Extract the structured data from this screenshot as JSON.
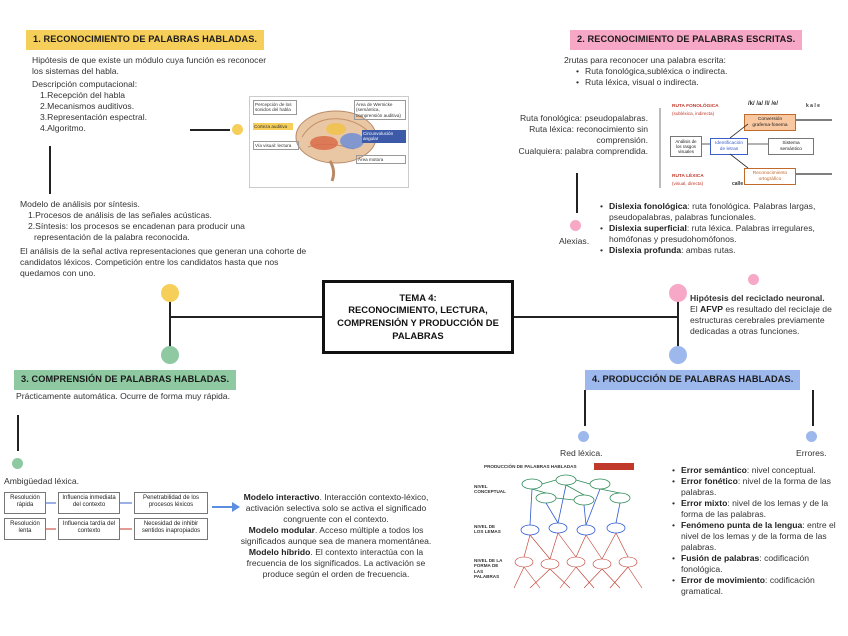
{
  "center": {
    "title": "TEMA 4:",
    "subtitle": "RECONOCIMIENTO, LECTURA, COMPRENSIÓN Y PRODUCCIÓN DE PALABRAS"
  },
  "s1": {
    "header": "1. RECONOCIMIENTO DE PALABRAS HABLADAS.",
    "intro": "Hipótesis de que existe un módulo cuya función es reconocer los sistemas del habla.",
    "desc_label": "Descripción computacional:",
    "steps": [
      "1.Recepción del habla",
      "2.Mecanismos auditivos.",
      "3.Representación espectral.",
      "4.Algoritmo."
    ],
    "model_title": "Modelo de análisis por síntesis.",
    "model_items": [
      "1.Procesos de análisis de las señales acústicas.",
      "2.Síntesis: los procesos se encadenan para producir una representación de la palabra reconocida."
    ],
    "model_note": "El análisis de la señal activa representaciones que generan una cohorte de candidatos léxicos. Competición entre los candidatos hasta que nos quedamos con uno.",
    "brain_labels": [
      "Percepción de los sonidos del habla",
      "Área de Wernicke (semántica, comprensión auditiva)",
      "Corteza auditiva",
      "Circunvolución angular",
      "Vía visual: lectura",
      "Área motora"
    ]
  },
  "s2": {
    "header": "2. RECONOCIMIENTO DE PALABRAS ESCRITAS.",
    "intro": "2rutas para reconocer una palabra escrita:",
    "routes": [
      "Ruta fonológica,subléxica o indirecta.",
      "Ruta léxica, visual o indirecta."
    ],
    "route_examples": [
      "Ruta fonológica: pseudopalabras.",
      "Ruta léxica: reconocimiento sin comprensión.",
      "Cualquiera: palabra comprendida."
    ],
    "alexias_label": "Alexias.",
    "dyslexias": [
      {
        "name": "Dislexia fonológica",
        "desc": ": ruta fonológica. Palabras largas, pseudopalabras, palabras funcionales."
      },
      {
        "name": "Dislexia superficial",
        "desc": ": ruta léxica. Palabras irregulares, homófonas y presudohomófonos."
      },
      {
        "name": "Dislexia profunda",
        "desc": ": ambas rutas."
      }
    ],
    "recycling_title": "Hipótesis del reciclado neuronal.",
    "recycling_text": "El AFVP es resultado del reciclaje de estructuras cerebrales previamente dedicadas a otras funciones.",
    "recycling_bold": "AFVP",
    "route_diagram": {
      "top_label": "/k/ /a/ /l/ /e/",
      "top_right": "k a l e",
      "fono_label": "RUTA FONOLÓGICA",
      "fono_sub": "(subléxica, indirecta)",
      "conv_label": "Conversión grafema-fonema",
      "ident_label": "Identificación de letras",
      "sem_label": "Sistema semántico",
      "lex_label": "RUTA LÉXICA",
      "lex_sub": "(visual, directa)",
      "reco_label": "Reconocimiento ortográfico",
      "calle_label": "calle",
      "left_label": "Análisis de los rasgos visuales"
    }
  },
  "s3": {
    "header": "3. COMPRENSIÓN DE PALABRAS HABLADAS.",
    "intro": "Prácticamente automática. Ocurre de forma muy rápida.",
    "ambig": "Ambigüedad léxica.",
    "table": [
      {
        "left": "Resolución rápida",
        "mid": "Influencia inmediata del contexto",
        "right": "Penetrabilidad de los procesos léxicos"
      },
      {
        "left": "Resolución lenta",
        "mid": "Influencia tardía del contexto",
        "right": "Necesidad de inhibir sentidos inapropiados"
      }
    ],
    "models": [
      {
        "name": "Modelo interactivo",
        "desc": ". Interacción contexto-léxico, activación selectiva solo se activa el significado congruente con el contexto."
      },
      {
        "name": "Modelo modular",
        "desc": ". Acceso múltiple a todos los significados aunque sea de manera momentánea."
      },
      {
        "name": "Modelo híbrido",
        "desc": ". El contexto interactúa con la frecuencia de los significados. La activación se produce según el orden de frecuencia."
      }
    ]
  },
  "s4": {
    "header": "4. PRODUCCIÓN DE PALABRAS HABLADAS.",
    "red_label": "Red léxica.",
    "errores_label": "Errores.",
    "network_title": "PRODUCCIÓN DE PALABRAS HABLADAS",
    "network_levels": [
      "NIVEL CONCEPTUAL",
      "NIVEL DE LOS LEMAS",
      "NIVEL DE LA FORMA DE LAS PALABRAS"
    ],
    "errors": [
      {
        "name": "Error semántico",
        "desc": ": nivel conceptual."
      },
      {
        "name": "Error fonético",
        "desc": ": nivel de la forma de las palabras."
      },
      {
        "name": "Error mixto",
        "desc": ": nivel de los lemas y de la forma de las palabras."
      },
      {
        "name": "Fenómeno punta de la lengua",
        "desc": ": entre el nivel de los lemas y de la forma de las palabras."
      },
      {
        "name": "Fusión de palabras",
        "desc": ": codificación fonológica."
      },
      {
        "name": "Error de movimiento",
        "desc": ": codificación gramatical."
      }
    ]
  },
  "colors": {
    "yellow": "#f6cf5a",
    "pink": "#f7a8c6",
    "green": "#8ec9a2",
    "blue": "#9db8ec"
  }
}
